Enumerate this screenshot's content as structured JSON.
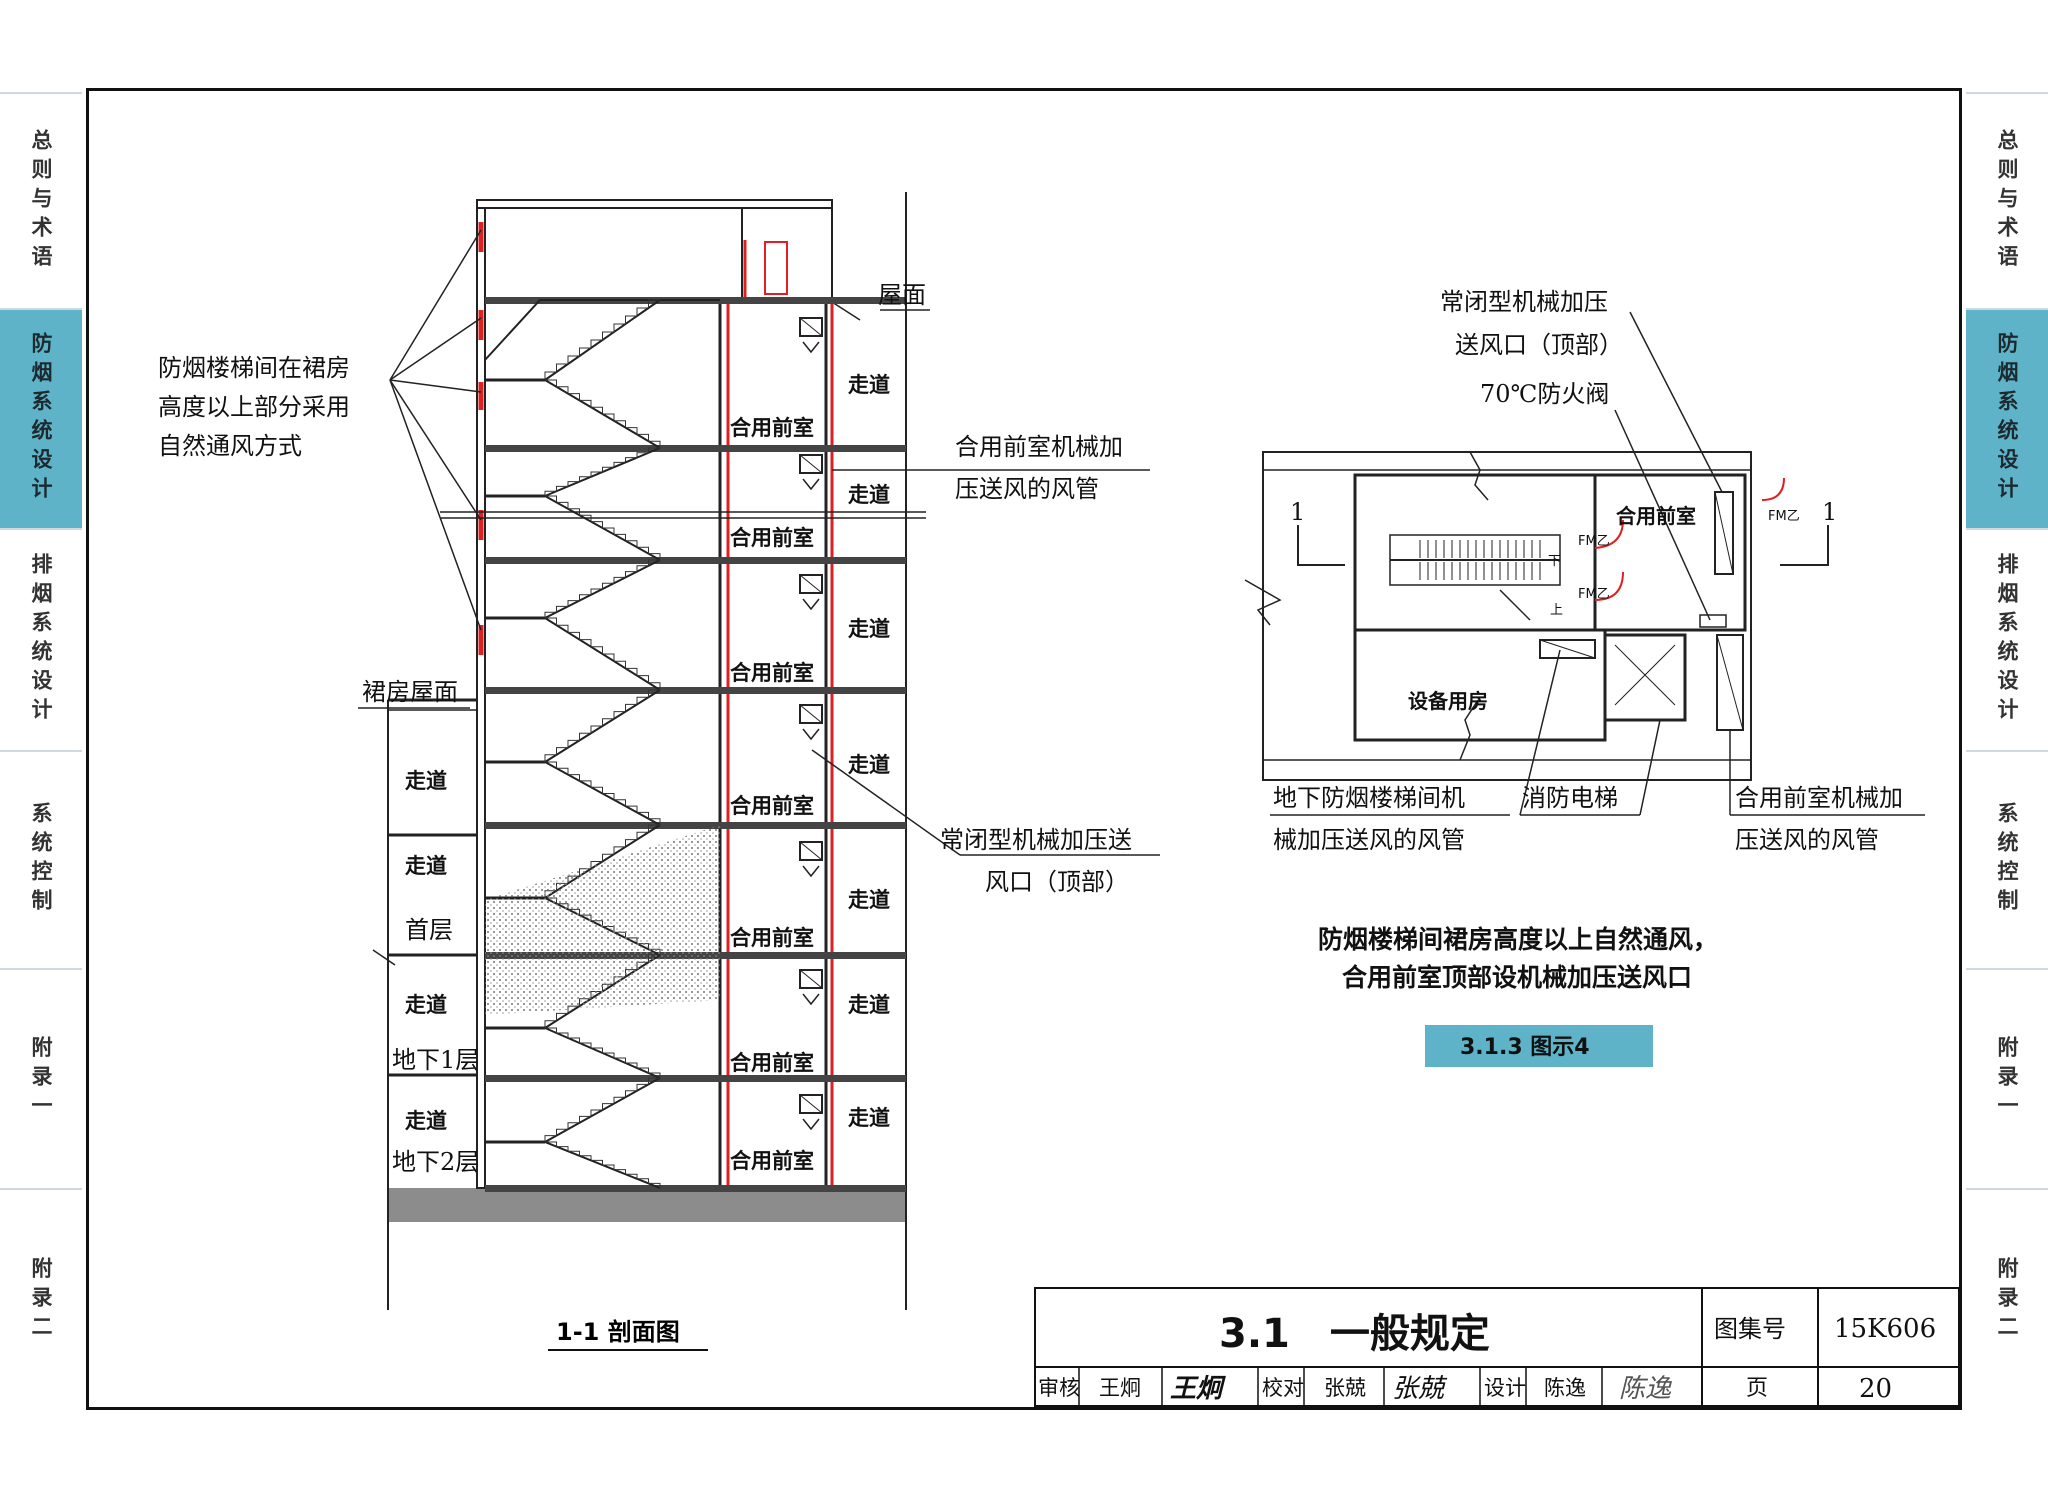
{
  "side_tabs_left": [
    {
      "label": "总则与术语",
      "active": false
    },
    {
      "label": "防烟系统设计",
      "active": true
    },
    {
      "label": "排烟系统设计",
      "active": false
    },
    {
      "label": "系统控制",
      "active": false
    },
    {
      "label": "附录一",
      "active": false
    },
    {
      "label": "附录二",
      "active": false
    }
  ],
  "side_tabs_right": [
    {
      "label": "总则与术语",
      "active": false
    },
    {
      "label": "防烟系统设计",
      "active": true
    },
    {
      "label": "排烟系统设计",
      "active": false
    },
    {
      "label": "系统控制",
      "active": false
    },
    {
      "label": "附录一",
      "active": false
    },
    {
      "label": "附录二",
      "active": false
    }
  ],
  "section": {
    "title": "1-1 剖面图",
    "callout_natural": [
      "防烟楼梯间在裙房",
      "高度以上部分采用",
      "自然通风方式"
    ],
    "callout_duct": [
      "合用前室机械加",
      "压送风的风管"
    ],
    "callout_vent": [
      "常闭型机械加压送",
      "风口（顶部）"
    ],
    "label_roof": "屋面",
    "label_podium_roof": "裙房屋面",
    "label_ground": "首层",
    "label_b1": "地下1层",
    "label_b2": "地下2层",
    "corridor": "走道",
    "anteroom": "合用前室"
  },
  "plan": {
    "callout_top": [
      "常闭型机械加压",
      "送风口（顶部）"
    ],
    "callout_damper": "70℃防火阀",
    "label_anteroom": "合用前室",
    "label_equipment": "设备用房",
    "label_down": "下",
    "label_up": "上",
    "door_code": "FM乙",
    "section_mark": "1",
    "callout_stair_duct": [
      "地下防烟楼梯间机",
      "械加压送风的风管"
    ],
    "callout_elevator": "消防电梯",
    "callout_anteroom_duct": [
      "合用前室机械加",
      "压送风的风管"
    ]
  },
  "caption": {
    "line1": "防烟楼梯间裙房高度以上自然通风，",
    "line2": "合用前室顶部设机械加压送风口",
    "figure_tag": "3.1.3 图示4",
    "tag_color": "#5fb3c8"
  },
  "title_block": {
    "title": "3.1　一般规定",
    "atlas_label": "图集号",
    "atlas_no": "15K606",
    "review_label": "审核",
    "reviewer": "王炯",
    "reviewer_sig": "王炯",
    "check_label": "校对",
    "checker": "张兢",
    "checker_sig": "张兢",
    "design_label": "设计",
    "designer": "陈逸",
    "designer_sig": "陈逸",
    "page_label": "页",
    "page_no": "20"
  },
  "colors": {
    "accent": "#5fb3c8",
    "red": "#e02020",
    "hatch": "#888888"
  }
}
